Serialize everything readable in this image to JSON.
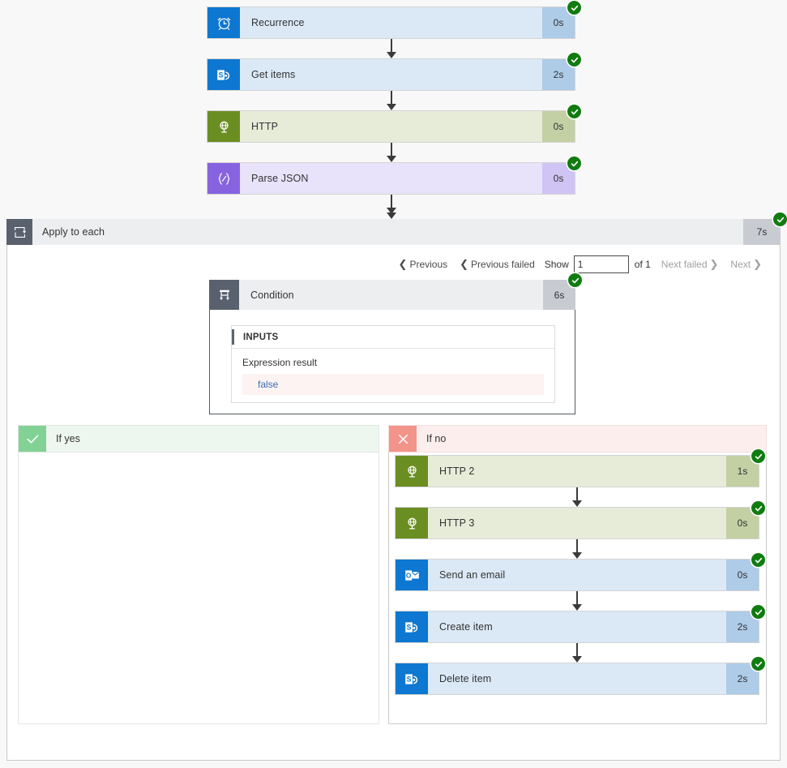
{
  "flow": {
    "top_actions": [
      {
        "name": "Recurrence",
        "duration": "0s",
        "theme": "theme-blue",
        "icon": "alarm-clock-icon",
        "status": "succeeded"
      },
      {
        "name": "Get items",
        "duration": "2s",
        "theme": "theme-blue",
        "icon": "sharepoint-icon",
        "status": "succeeded"
      },
      {
        "name": "HTTP",
        "duration": "0s",
        "theme": "theme-green",
        "icon": "globe-icon",
        "status": "succeeded"
      },
      {
        "name": "Parse JSON",
        "duration": "0s",
        "theme": "theme-purple",
        "icon": "json-braces-icon",
        "status": "succeeded"
      }
    ],
    "apply_to_each": {
      "name": "Apply to each",
      "duration": "7s",
      "icon": "loop-icon",
      "status": "succeeded",
      "pagination": {
        "previous": "Previous",
        "previous_failed": "Previous failed",
        "show": "Show",
        "page_value": "1",
        "of": "of 1",
        "next_failed": "Next failed",
        "next": "Next"
      },
      "condition": {
        "name": "Condition",
        "duration": "6s",
        "icon": "condition-icon",
        "status": "succeeded",
        "inputs_header": "INPUTS",
        "expression_label": "Expression result",
        "expression_value": "false"
      },
      "branch_yes": {
        "label": "If yes",
        "icon": "check-icon",
        "actions": []
      },
      "branch_no": {
        "label": "If no",
        "icon": "cross-icon",
        "actions": [
          {
            "name": "HTTP 2",
            "duration": "1s",
            "theme": "theme-green",
            "icon": "globe-icon",
            "status": "succeeded"
          },
          {
            "name": "HTTP 3",
            "duration": "0s",
            "theme": "theme-green",
            "icon": "globe-icon",
            "status": "succeeded"
          },
          {
            "name": "Send an email",
            "duration": "0s",
            "theme": "theme-blue",
            "icon": "outlook-icon",
            "status": "succeeded"
          },
          {
            "name": "Create item",
            "duration": "2s",
            "theme": "theme-blue",
            "icon": "sharepoint-icon",
            "status": "succeeded"
          },
          {
            "name": "Delete item",
            "duration": "2s",
            "theme": "theme-blue",
            "icon": "sharepoint-icon",
            "status": "succeeded"
          }
        ]
      }
    }
  },
  "colors": {
    "success_badge": "#107c10",
    "sharepoint_blue": "#0d77d1",
    "http_green": "#6b8e23",
    "json_purple": "#8863e0",
    "control_slate": "#59616e",
    "yes_green": "#82d296",
    "no_red": "#f2948a",
    "expression_text": "#3a6fb5"
  }
}
